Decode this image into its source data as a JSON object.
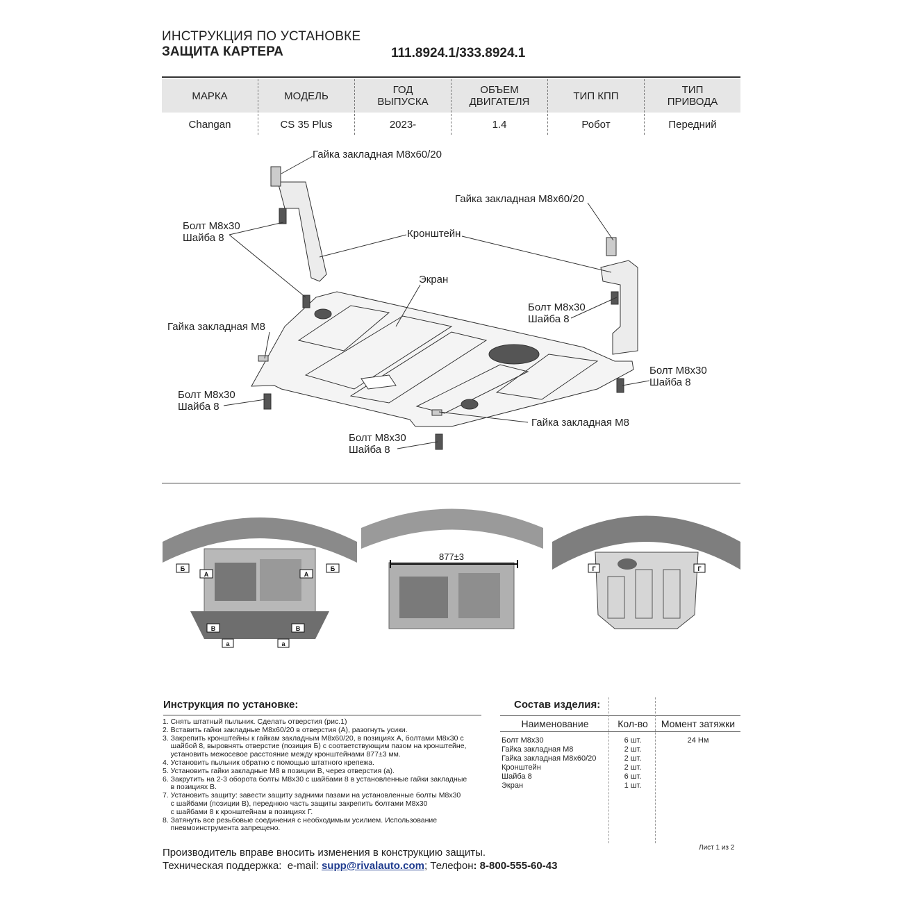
{
  "header": {
    "title": "ИНСТРУКЦИЯ ПО УСТАНОВКЕ",
    "subtitle": "ЗАЩИТА КАРТЕРА",
    "part_number": "111.8924.1/333.8924.1"
  },
  "spec_table": {
    "headers": [
      "МАРКА",
      "МОДЕЛЬ",
      "ГОД\nВЫПУСКА",
      "ОБЪЕМ\nДВИГАТЕЛЯ",
      "ТИП КПП",
      "ТИП\nПРИВОДА"
    ],
    "values": [
      "Changan",
      "CS 35 Plus",
      "2023-",
      "1.4",
      "Робот",
      "Передний"
    ]
  },
  "diagram": {
    "labels": {
      "nut_m8x60_left": "Гайка закладная М8х60/20",
      "nut_m8x60_right": "Гайка закладная М8х60/20",
      "bolt_washer_1": "Болт М8х30\nШайба 8",
      "bracket": "Кронштейн",
      "screen": "Экран",
      "bolt_washer_2": "Болт М8х30\nШайба 8",
      "nut_m8_left": "Гайка закладная М8",
      "bolt_washer_3": "Болт М8х30\nШайба 8",
      "bolt_washer_4": "Болт М8х30\nШайба 8",
      "nut_m8_bottom": "Гайка закладная М8",
      "bolt_washer_5": "Болт М8х30\nШайба 8"
    }
  },
  "photos": {
    "markers_left": [
      "Б",
      "А",
      "А",
      "Б",
      "В",
      "В",
      "а",
      "а"
    ],
    "distance": "877±3",
    "markers_right": [
      "Г",
      "Г"
    ]
  },
  "instructions": {
    "title": "Инструкция по установке:",
    "steps": [
      "1. Снять штатный пыльник. Сделать отверстия (рис.1)",
      "2. Вставить гайки закладные М8х60/20 в отверстия (А), разогнуть усики.",
      "3. Закрепить кронштейны к гайкам закладным М8х60/20, в позициях А, болтами М8х30 с",
      "    шайбой 8, выровнять отверстие (позиция Б) с соответствующим пазом на кронштейне,",
      "    установить межосевое расстояние между кронштейнами 877±3 мм.",
      "4. Установить пыльник обратно с помощью штатного крепежа.",
      "5. Установить гайки закладные М8 в позиции В, через отверстия (а).",
      "6. Закрутить на 2-3 оборота болты М8х30 с шайбами 8 в установленные гайки закладные",
      "    в позициях В.",
      "7. Установить защиту: завести защиту задними пазами на установленные болты М8х30",
      "    с шайбами (позиции В), переднюю часть защиты закрепить болтами М8х30",
      "    с шайбами 8 к кронштейнам в позициях Г.",
      "8. Затянуть все резьбовые соединения с необходимым усилием. Использование",
      "    пневмоинструмента запрещено."
    ]
  },
  "composition": {
    "title": "Состав изделия:",
    "headers": [
      "Наименование",
      "Кол-во",
      "Момент затяжки"
    ],
    "rows": [
      {
        "name": "Болт М8х30",
        "qty": "6 шт.",
        "torque": "24 Нм"
      },
      {
        "name": "Гайка закладная М8",
        "qty": "2 шт.",
        "torque": ""
      },
      {
        "name": "Гайка закладная М8х60/20",
        "qty": "2 шт.",
        "torque": ""
      },
      {
        "name": "Кронштейн",
        "qty": "2 шт.",
        "torque": ""
      },
      {
        "name": "Шайба 8",
        "qty": "6 шт.",
        "torque": ""
      },
      {
        "name": "Экран",
        "qty": "1 шт.",
        "torque": ""
      }
    ]
  },
  "footer": {
    "sheet": "Лист 1 из 2",
    "notice": "Производитель вправе вносить изменения в конструкцию защиты.",
    "support_prefix": "Техническая поддержка:  e-mail: ",
    "email": "supp@rivalauto.com",
    "phone_prefix": "; Телефон",
    "phone": ": 8-800-555-60-43"
  }
}
